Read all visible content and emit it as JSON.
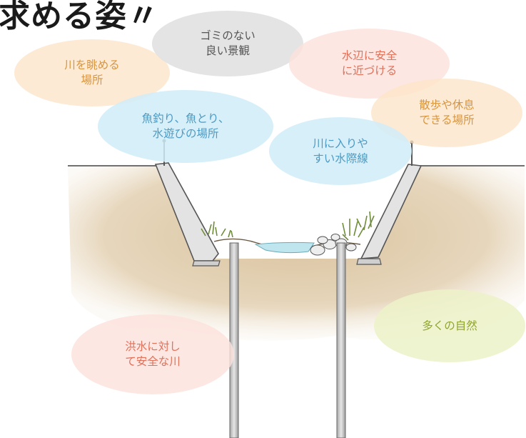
{
  "title": "求める姿〃",
  "bubbles": {
    "gomi": "ゴミのない\n良い景観",
    "nagameru": "川を眺める\n場所",
    "mizube": "水辺に安全\nに近づける",
    "sanpo": "散歩や休息\nできる場所",
    "uotsuri": "魚釣り、魚とり、\n水遊びの場所",
    "kawaniiri": "川に入りや\nすい水際線",
    "shizen": "多くの自然",
    "kozui": "洪水に対し\nて安全な川"
  },
  "colors": {
    "soil": "#dcc7a6",
    "concrete": "#dedede",
    "water": "#bfe6ee",
    "plants": "#6f8c3c"
  }
}
